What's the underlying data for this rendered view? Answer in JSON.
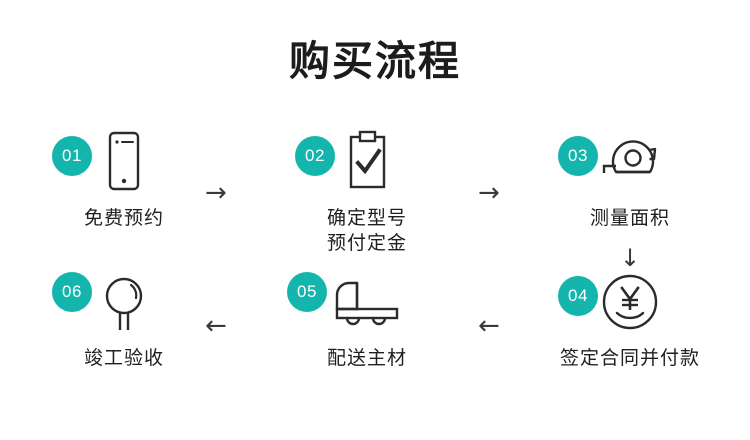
{
  "page": {
    "title": "购买流程",
    "accent_color": "#13b5ac",
    "ink_color": "#2b2b2b",
    "background": "#ffffff"
  },
  "flow": {
    "steps": [
      {
        "number": "01",
        "icon": "mobile-phone-icon",
        "label_lines": [
          "免费预约"
        ],
        "line1": "免费预约",
        "line2": ""
      },
      {
        "number": "02",
        "icon": "clipboard-check-icon",
        "label_lines": [
          "确定型号",
          "预付定金"
        ],
        "line1": "确定型号",
        "line2": "预付定金"
      },
      {
        "number": "03",
        "icon": "tape-measure-icon",
        "label_lines": [
          "测量面积"
        ],
        "line1": "测量面积",
        "line2": ""
      },
      {
        "number": "04",
        "icon": "yen-coin-icon",
        "label_lines": [
          "签定合同并付款"
        ],
        "line1": "签定合同并付款",
        "line2": ""
      },
      {
        "number": "05",
        "icon": "delivery-truck-icon",
        "label_lines": [
          "配送主材"
        ],
        "line1": "配送主材",
        "line2": ""
      },
      {
        "number": "06",
        "icon": "magnifier-icon",
        "label_lines": [
          "竣工验收"
        ],
        "line1": "竣工验收",
        "line2": ""
      }
    ],
    "connectors": [
      {
        "name": "arrow-step1-to-step2",
        "glyph": "→",
        "direction": "right"
      },
      {
        "name": "arrow-step2-to-step3",
        "glyph": "→",
        "direction": "right"
      },
      {
        "name": "arrow-step3-to-step4",
        "glyph": "↓",
        "direction": "down"
      },
      {
        "name": "arrow-step4-to-step5",
        "glyph": "←",
        "direction": "left"
      },
      {
        "name": "arrow-step5-to-step6",
        "glyph": "←",
        "direction": "left"
      }
    ]
  }
}
